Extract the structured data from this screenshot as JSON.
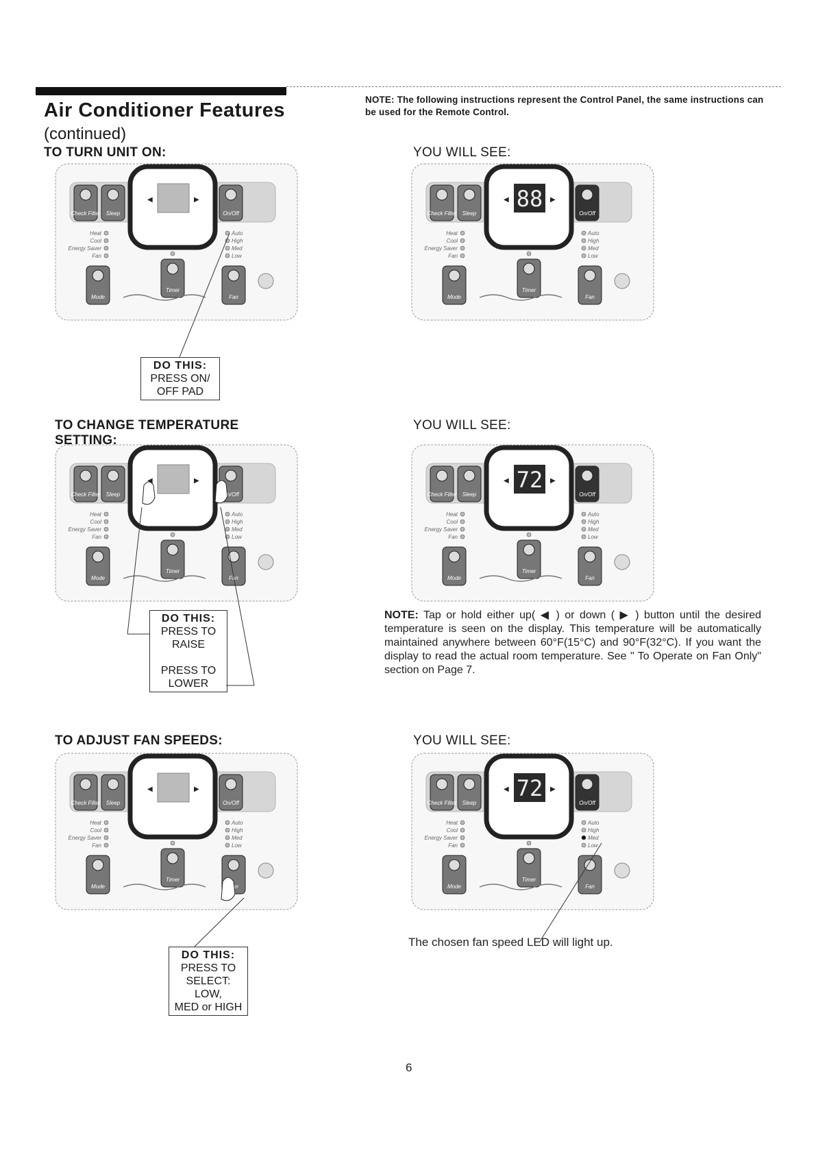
{
  "header": {
    "title": "Air Conditioner Features",
    "subtitle": "(continued)",
    "note": "NOTE: The following instructions represent the Control Panel, the same instructions can be used for the Remote Control."
  },
  "sections": [
    {
      "heading": "TO TURN UNIT ON:",
      "you_will_see": "YOU WILL SEE:",
      "do_this": {
        "head": "DO THIS:",
        "lines": [
          "PRESS ON/",
          "OFF PAD"
        ]
      },
      "display_after": "88"
    },
    {
      "heading_lines": [
        "TO CHANGE TEMPERATURE",
        "SETTING:"
      ],
      "you_will_see": "YOU WILL SEE:",
      "do_this": {
        "head": "DO THIS:",
        "lines": [
          "PRESS TO",
          "RAISE",
          "",
          "PRESS TO",
          "LOWER"
        ]
      },
      "display_after": "72",
      "note_label": "NOTE:",
      "note_text": "Tap or hold either up( ◀ ) or down ( ▶ ) button until the desired temperature is seen on the display. This temperature will be automatically maintained anywhere between 60°F(15°C) and 90°F(32°C). If you want the display to read the actual room temperature. See \" To Operate on Fan Only\" section on Page 7."
    },
    {
      "heading": "TO ADJUST FAN SPEEDS:",
      "you_will_see": "YOU WILL SEE:",
      "do_this": {
        "head": "DO THIS:",
        "lines": [
          "PRESS TO",
          "SELECT:",
          "LOW,",
          "MED or HIGH"
        ]
      },
      "display_after": "72",
      "caption": "The chosen fan speed LED will light up."
    }
  ],
  "panel_labels": {
    "check_filter": "Check Filter",
    "sleep": "Sleep",
    "on_off": "On/Off",
    "timer": "Timer",
    "mode": "Mode",
    "fan": "Fan",
    "mode_list": [
      "Heat",
      "Cool",
      "Energy Saver",
      "Fan"
    ],
    "speed_list": [
      "Auto",
      "High",
      "Med",
      "Low"
    ]
  },
  "page_number": "6"
}
